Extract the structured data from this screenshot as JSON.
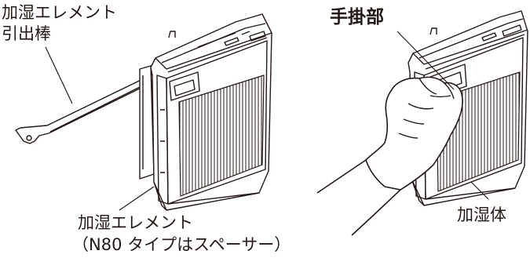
{
  "labels": {
    "rod_line1": "加湿エレメント",
    "rod_line2": "引出棒",
    "handle": "手掛部",
    "element_line1": "加湿エレメント",
    "element_line2": "（N80 タイプはスペーサー）",
    "humidifier_body": "加湿体"
  },
  "colors": {
    "ink": "#231815",
    "background": "#ffffff"
  },
  "icons": [
    "rod-drawing",
    "element-cassette-drawing",
    "hand-glove-drawing"
  ]
}
